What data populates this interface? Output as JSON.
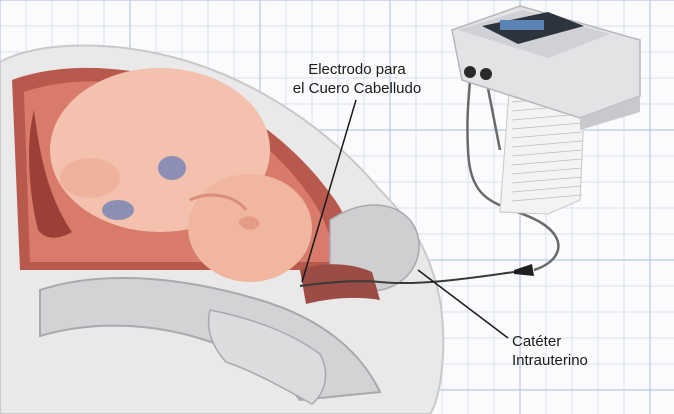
{
  "labels": {
    "electrode": {
      "line1": "Electrodo para",
      "line2": "el Cuero Cabelludo"
    },
    "catheter": {
      "line1": "Catéter",
      "line2": "Intrauterino"
    }
  },
  "colors": {
    "paper": "#fbfbfd",
    "grid": "#b9c8e4",
    "skin": "#f2b9a5",
    "uterine_wall": "#c86a5e",
    "bone": "#d9d9d9",
    "monitor": "#e6e6e6",
    "monitor_display": "#333a44",
    "cable": "#555555"
  },
  "icons": {
    "monitor": "fetal-monitor-icon",
    "fetus": "fetus-illustration",
    "strip": "paper-strip"
  }
}
